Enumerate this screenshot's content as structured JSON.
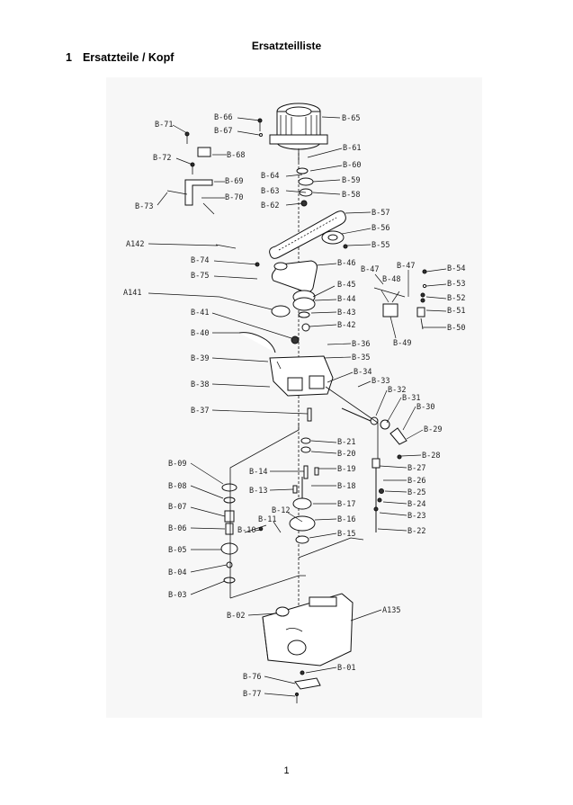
{
  "header": {
    "title": "Ersatzteilliste",
    "section_number": "1",
    "section_title": "Ersatzteile / Kopf"
  },
  "footer": {
    "page_number": "1"
  },
  "diagram": {
    "labels": {
      "B71": "B-71",
      "B66": "B-66",
      "B67": "B-67",
      "B65": "B-65",
      "B72": "B-72",
      "B68": "B-68",
      "B69": "B-69",
      "B70": "B-70",
      "B73": "B-73",
      "B61": "B-61",
      "B60": "B-60",
      "B64": "B-64",
      "B59": "B-59",
      "B63": "B-63",
      "B58": "B-58",
      "B62": "B-62",
      "B57": "B-57",
      "B56": "B-56",
      "B55": "B-55",
      "A142": "A142",
      "B74": "B-74",
      "B46": "B-46",
      "B75": "B-75",
      "B47a": "B-47",
      "B47b": "B-47",
      "B48": "B-48",
      "B54": "B-54",
      "B53": "B-53",
      "B52": "B-52",
      "B51": "B-51",
      "B50": "B-50",
      "B49": "B-49",
      "A141": "A141",
      "B45": "B-45",
      "B44": "B-44",
      "B41": "B-41",
      "B43": "B-43",
      "B42": "B-42",
      "B40": "B-40",
      "B36": "B-36",
      "B39": "B-39",
      "B35": "B-35",
      "B34": "B-34",
      "B38": "B-38",
      "B33": "B-33",
      "B32": "B-32",
      "B31": "B-31",
      "B30": "B-30",
      "B37": "B-37",
      "B29": "B-29",
      "B21": "B-21",
      "B20": "B-20",
      "B28": "B-28",
      "B09": "B-09",
      "B14": "B-14",
      "B19": "B-19",
      "B27": "B-27",
      "B26": "B-26",
      "B08": "B-08",
      "B13": "B-13",
      "B18": "B-18",
      "B25": "B-25",
      "B07": "B-07",
      "B12": "B-12",
      "B17": "B-17",
      "B24": "B-24",
      "B11": "B-11",
      "B23": "B-23",
      "B06": "B-06",
      "B10": "B-10",
      "B16": "B-16",
      "B15": "B-15",
      "B22": "B-22",
      "B05": "B-05",
      "B04": "B-04",
      "B03": "B-03",
      "A135": "A135",
      "B02": "B-02",
      "B01": "B-01",
      "B76": "B-76",
      "B77": "B-77"
    }
  }
}
